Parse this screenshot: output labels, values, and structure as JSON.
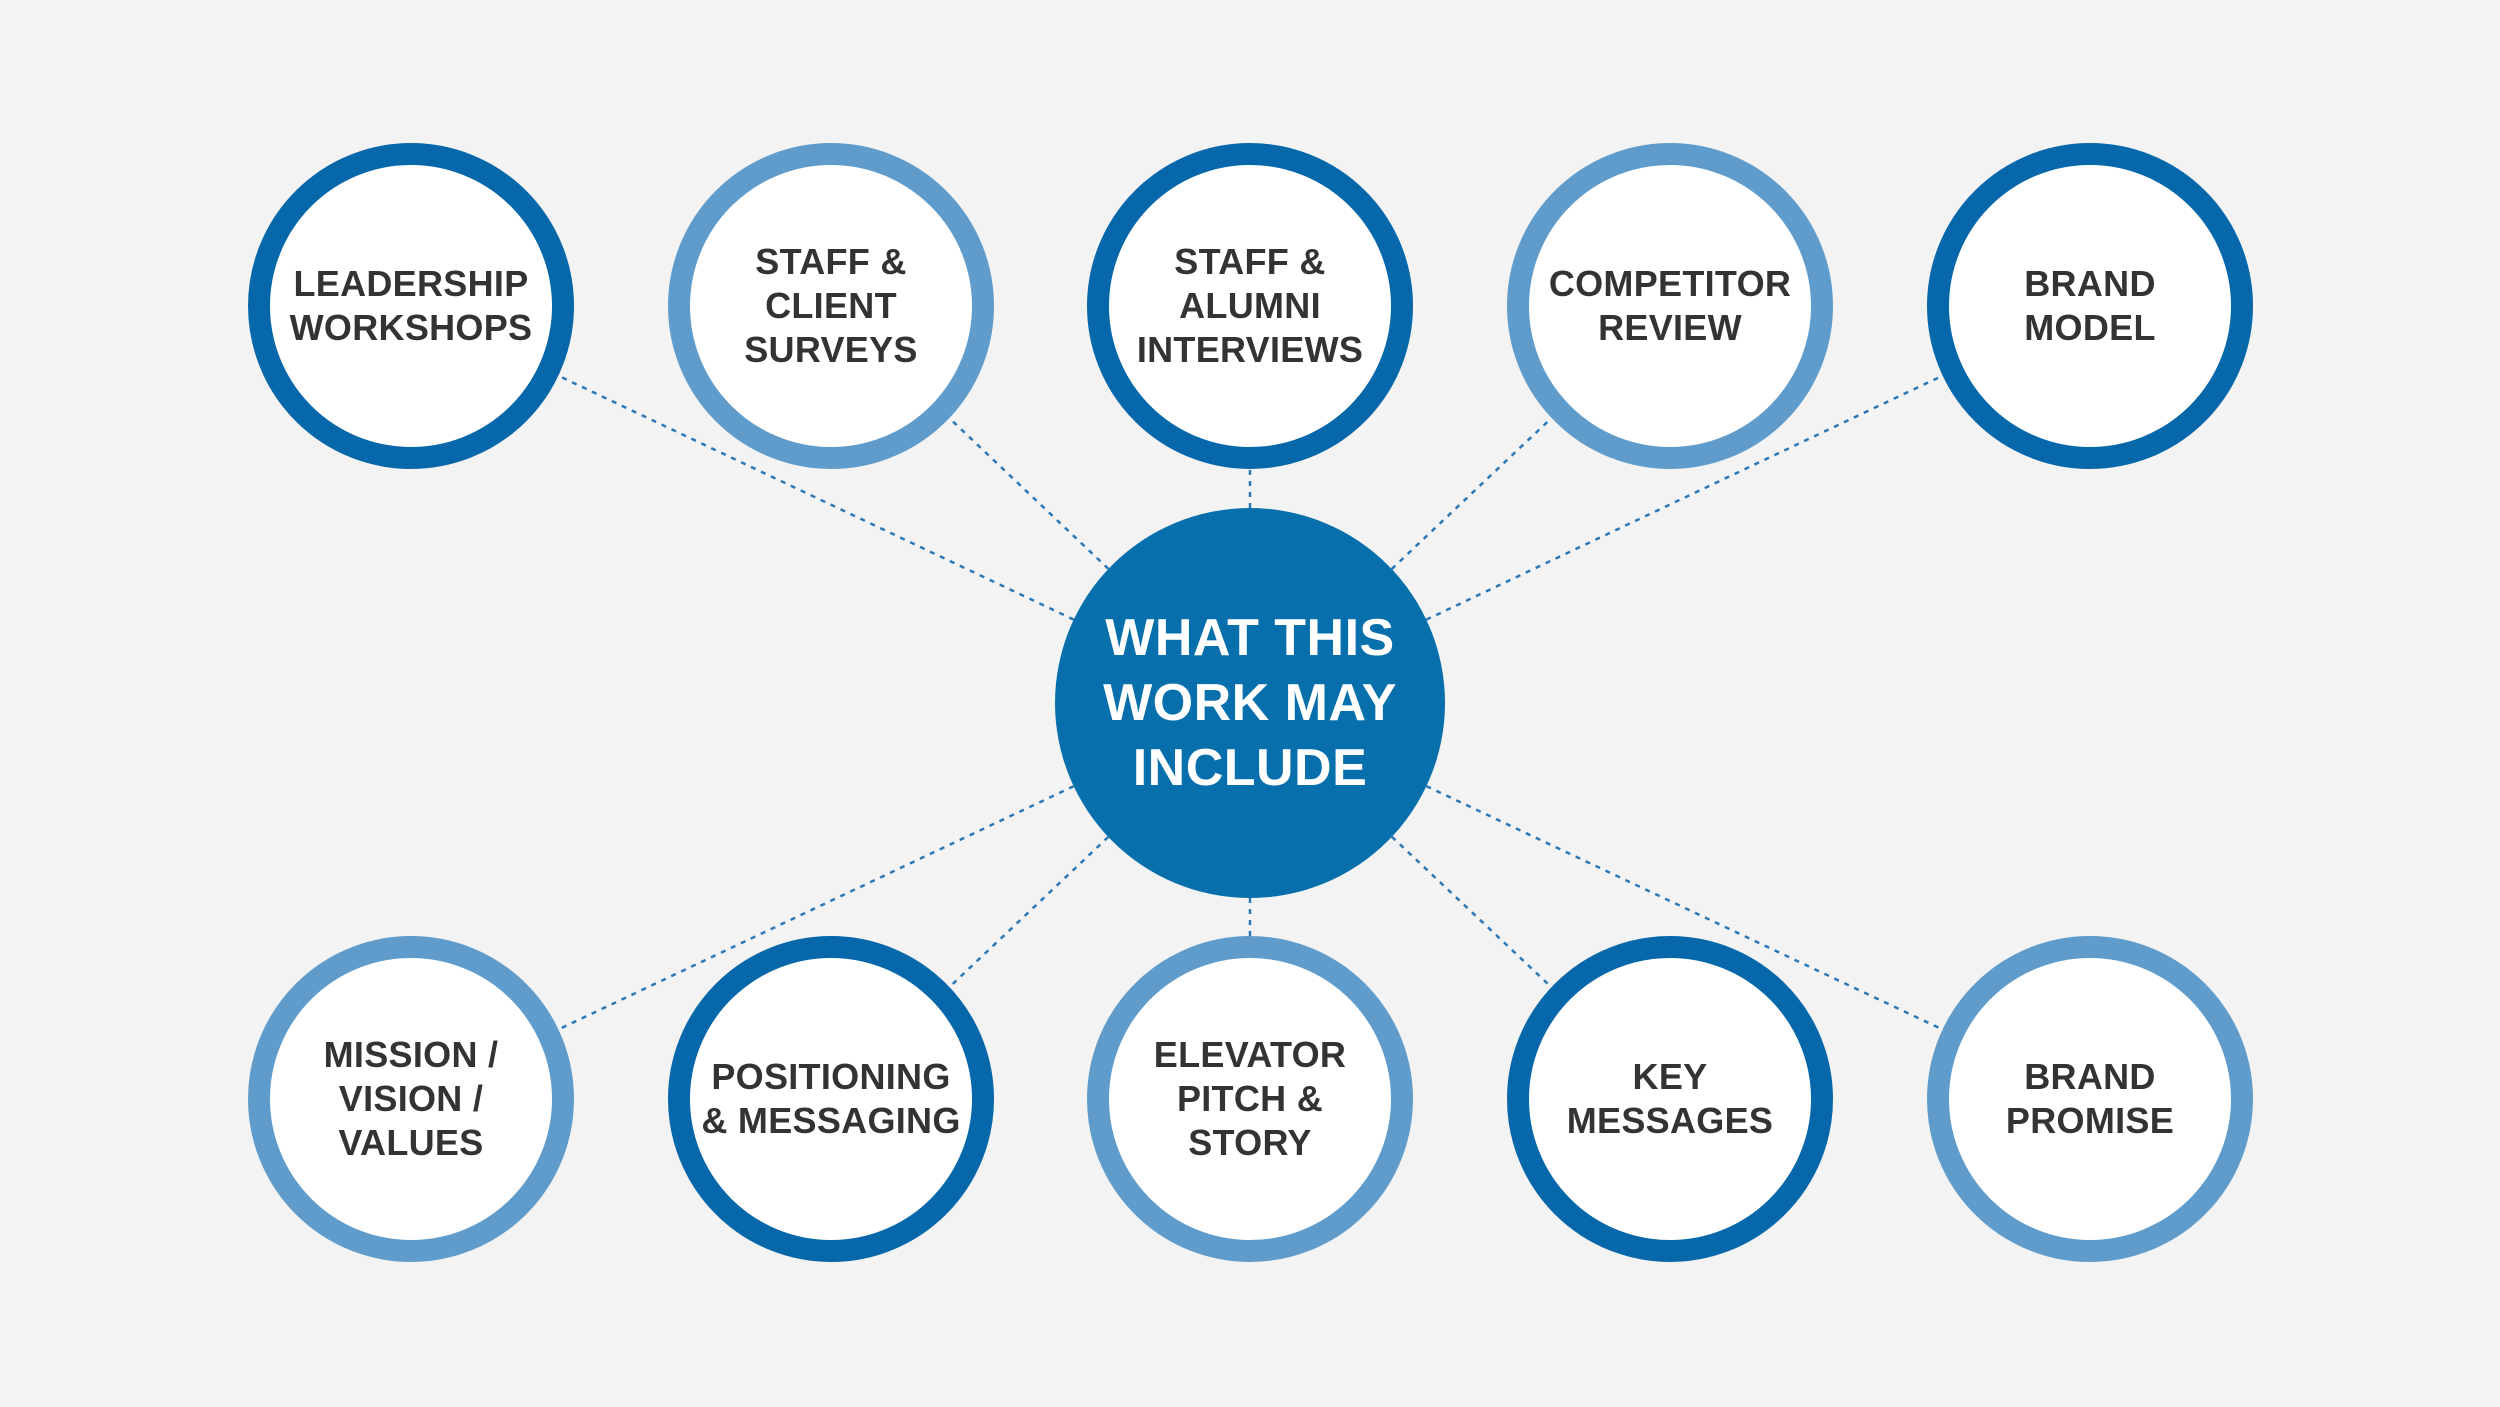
{
  "center": {
    "label": "WHAT THIS\nWORK MAY\nINCLUDE"
  },
  "colors": {
    "background": "#f3f3f3",
    "dark_ring": "#0668aa",
    "light_ring": "#5f9ccb",
    "center_fill": "#0770ac",
    "connector": "#2a78b8",
    "text": "#333333"
  },
  "nodes": [
    {
      "label": "LEADERSHIP\nWORKSHOPS",
      "ring": "dark"
    },
    {
      "label": "STAFF &\nCLIENT\nSURVEYS",
      "ring": "light"
    },
    {
      "label": "STAFF &\nALUMNI\nINTERVIEWS",
      "ring": "dark"
    },
    {
      "label": "COMPETITOR\nREVIEW",
      "ring": "light"
    },
    {
      "label": "BRAND\nMODEL",
      "ring": "dark"
    },
    {
      "label": "MISSION /\nVISION /\nVALUES",
      "ring": "light"
    },
    {
      "label": "POSITIONING\n& MESSAGING",
      "ring": "dark"
    },
    {
      "label": "ELEVATOR\nPITCH &\nSTORY",
      "ring": "light"
    },
    {
      "label": "KEY\nMESSAGES",
      "ring": "dark"
    },
    {
      "label": "BRAND\nPROMISE",
      "ring": "light"
    }
  ]
}
